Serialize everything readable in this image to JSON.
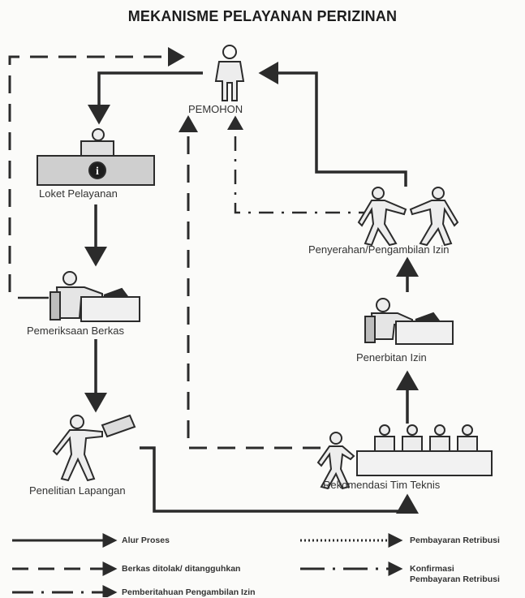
{
  "title": "MEKANISME PELAYANAN PERIZINAN",
  "nodes": {
    "pemohon": "PEMOHON",
    "loket": "Loket Pelayanan",
    "pemeriksaan": "Pemeriksaan Berkas",
    "penelitian": "Penelitian Lapangan",
    "penyerahan": "Penyerahan/Pengambilan Izin",
    "penerbitan": "Penerbitan Izin",
    "rekomendasi": "Rekomendasi Tim Teknis"
  },
  "loket_icon_glyph": "i",
  "legend": {
    "alur": "Alur Proses",
    "ditolak": "Berkas ditolak/ ditangguhkan",
    "pemberitahuan": "Pemberitahuan Pengambilan Izin",
    "pembayaran": "Pembayaran Retribusi",
    "konfirmasi_1": "Konfirmasi",
    "konfirmasi_2": "Pembayaran Retribusi"
  },
  "colors": {
    "ink": "#2b2b2b",
    "gray": "#bdbdbd",
    "paper": "#fbfbf9"
  }
}
